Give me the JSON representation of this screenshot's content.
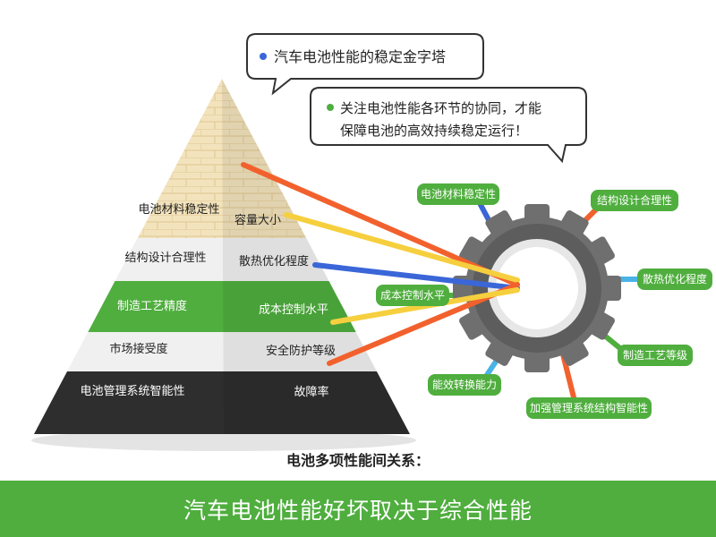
{
  "bubbles": {
    "top": "汽车电池性能的稳定金字塔",
    "second_line1": "关注电池性能各环节的协同，才能",
    "second_line2": "保障电池的高效持续稳定运行！"
  },
  "pyramid": {
    "left": [
      "电池材料稳定性",
      "结构设计合理性",
      "制造工艺精度",
      "市场接受度",
      "电池管理系统智能性"
    ],
    "right": [
      "容量大小",
      "散热优化程度",
      "成本控制水平",
      "安全防护等级",
      "故障率"
    ]
  },
  "gear_tags": {
    "materials": "电池材料稳定性",
    "structure": "结构设计合理性",
    "cooling": "散热优化程度",
    "process": "制造工艺等级",
    "bms": "加强管理系统结构智能性",
    "energy": "能效转换能力",
    "cost": "成本控制水平"
  },
  "caption": "电池多项性能间关系：",
  "footer": "汽车电池性能好坏取决于综合性能",
  "colors": {
    "green": "#4fae3e",
    "orange": "#f2612d",
    "yellow": "#f6cf3e",
    "blue": "#3a66d8",
    "lightblue": "#49b3e6",
    "dark": "#2e2e2e",
    "sand": "#f3e3bd",
    "gear": "#6f6f6f"
  }
}
